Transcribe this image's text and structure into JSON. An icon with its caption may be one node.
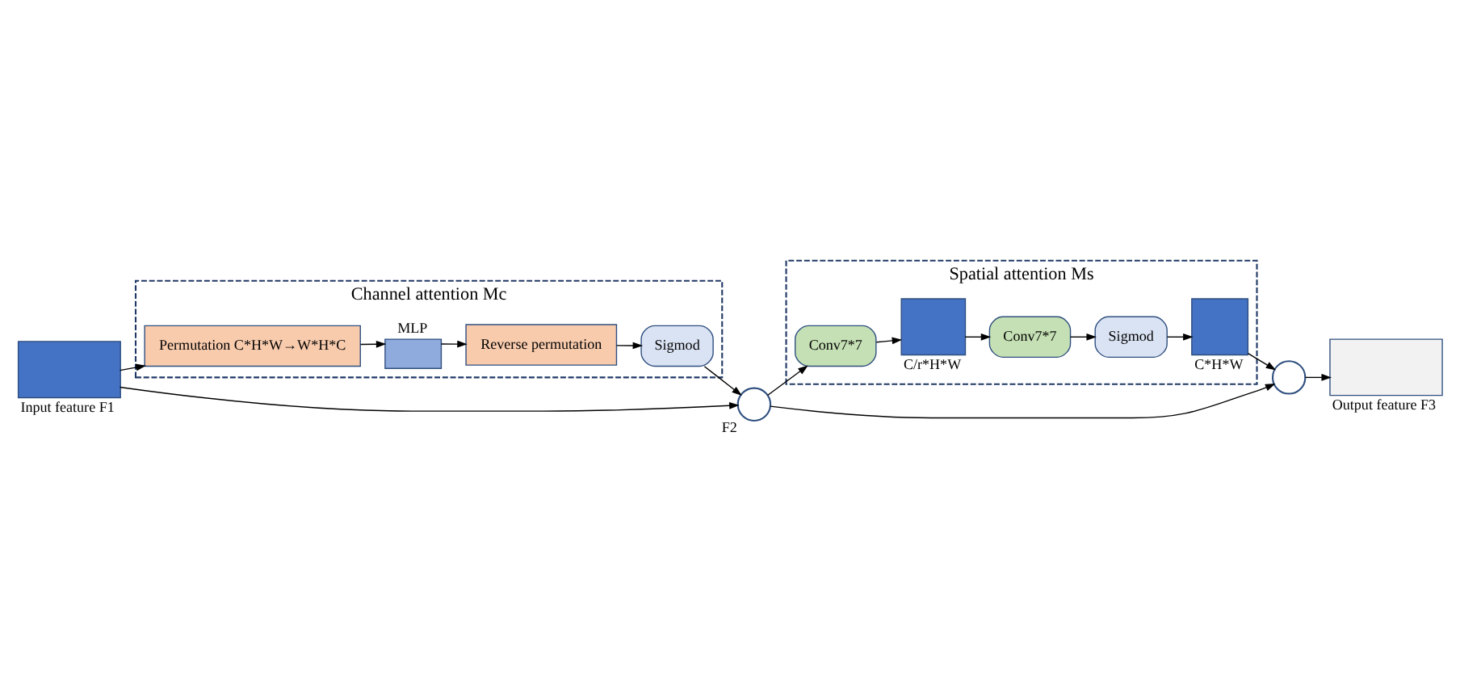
{
  "diagram": {
    "nodes": [
      {
        "text": [],
        "shape": "box",
        "beside": [
          "Input feature F1"
        ]
      },
      {
        "text": [
          "Channel attention Mc"
        ]
      },
      {
        "text": [
          "Permutation C*H*W→W*H*C"
        ],
        "in": 1
      },
      {
        "text": [
          "MLP"
        ],
        "in": 1
      },
      {
        "text": [
          "Reverse permutation"
        ],
        "in": 1
      },
      {
        "text": [
          "Sigmod"
        ],
        "in": 1
      },
      {
        "text": [],
        "shape": "circle",
        "beside": [
          "F2"
        ]
      },
      {
        "text": [],
        "shape": "circle"
      },
      {
        "text": [],
        "shape": "box",
        "beside": [
          "Output feature F3"
        ]
      },
      {
        "text": [
          "Spatial attention Ms"
        ]
      },
      {
        "text": [
          "Conv7*7"
        ],
        "in": 9
      },
      {
        "text": [],
        "shape": "box",
        "in": 9,
        "beside": [
          "C/r*H*W"
        ]
      },
      {
        "text": [
          "Conv7*7"
        ],
        "in": 9
      },
      {
        "text": [
          "Sigmod"
        ],
        "in": 9
      },
      {
        "text": [],
        "shape": "box",
        "in": 9,
        "beside": [
          "C*H*W"
        ]
      }
    ],
    "edges": [
      {
        "from": 0,
        "to": 2,
        "arrow": "to"
      },
      {
        "from": 0,
        "to": 6,
        "arrow": "to"
      },
      {
        "from": 2,
        "to": 3,
        "arrow": "to"
      },
      {
        "from": 3,
        "to": 4,
        "arrow": "to"
      },
      {
        "from": 4,
        "to": 5,
        "arrow": "to"
      },
      {
        "from": 5,
        "to": 6,
        "arrow": "to"
      },
      {
        "from": 6,
        "to": 7,
        "arrow": "to"
      },
      {
        "from": 6,
        "to": 10,
        "arrow": "to"
      },
      {
        "from": 10,
        "to": 11,
        "arrow": "to"
      },
      {
        "from": 11,
        "to": 12,
        "arrow": "to"
      },
      {
        "from": 12,
        "to": 13,
        "arrow": "to"
      },
      {
        "from": 13,
        "to": 14,
        "arrow": "to"
      },
      {
        "from": 14,
        "to": 7,
        "arrow": "to"
      },
      {
        "from": 7,
        "to": 8,
        "arrow": "to"
      }
    ]
  }
}
